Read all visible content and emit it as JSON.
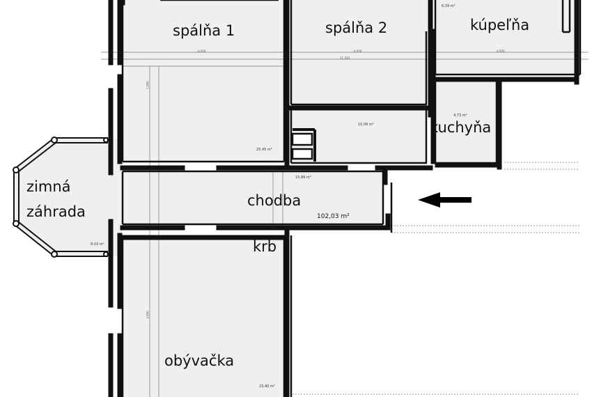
{
  "rooms": {
    "spalna1": "spálňa 1",
    "spalna2": "spálňa 2",
    "kupelna": "kúpeľňa",
    "kuchyna": "kuchyňa",
    "zimna_line1": "zimná",
    "zimna_line2": "záhrada",
    "chodba": "chodba",
    "krb": "krb",
    "obyvacka": "obývačka"
  },
  "areas": {
    "spalna1": "25,45 m²",
    "kupelna": "6,39 m²",
    "chodba_small": "15,89 m²",
    "hall": "10,09 m²",
    "kuchyna": "4,73 m²",
    "zimna": "8,03 m²",
    "obyvacka": "23,40 m²",
    "total": "102,03 m²"
  },
  "dimensions": {
    "top1": "4,050",
    "top2": "4,050",
    "top3": "4,050",
    "top_total": "11,350",
    "left1": "2,850",
    "left2": "3,850"
  },
  "colors": {
    "wall": "#111111",
    "floor": "#efefef",
    "line": "#999999",
    "arrow": "#000000"
  },
  "icons": {
    "entrance_arrow": "arrow-left-icon"
  }
}
